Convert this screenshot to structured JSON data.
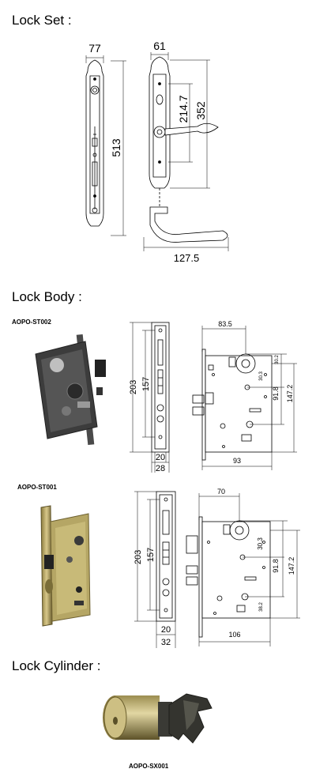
{
  "sections": {
    "lock_set": {
      "title": "Lock Set :"
    },
    "lock_body": {
      "title": "Lock Body :"
    },
    "lock_cylinder": {
      "title": "Lock Cylinder :"
    }
  },
  "lock_set_drawing": {
    "width_faceplate": "77",
    "width_rose": "61",
    "height_total": "513",
    "spacing_a": "214.7",
    "spacing_b": "352",
    "lever_reach": "127.5"
  },
  "models": {
    "st002": {
      "label": "AOPO-ST002",
      "front_height": "203",
      "front_inner": "157",
      "front_width_a": "20",
      "front_width_b": "28",
      "backset": "83.5",
      "small_a": "30.2",
      "small_b": "30.3",
      "center_a": "91.8",
      "center_b": "147.2",
      "depth": "93"
    },
    "st001": {
      "label": "AOPO-ST001",
      "front_height": "203",
      "front_inner": "157",
      "front_width_a": "20",
      "front_width_b": "32",
      "backset": "70",
      "small_a": "30.3",
      "small_b": "38.2",
      "center_a": "91.8",
      "center_b": "147.2",
      "depth": "106"
    },
    "cylinder": {
      "label": "AOPO-SX001"
    }
  }
}
